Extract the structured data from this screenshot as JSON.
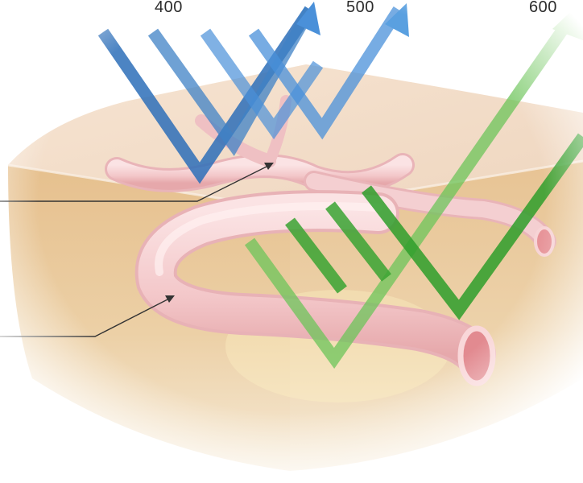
{
  "wavelength_labels": [
    "400",
    "500",
    "600"
  ],
  "colors": {
    "blue_light": "#4a90d9",
    "blue_dark": "#1f5fa0",
    "green_light": "#7fcf6a",
    "green_dark": "#2e9e2a",
    "tissue_top": "#f2ddc8",
    "tissue_side": "#e8c79a",
    "vessel": "#f2c2c6"
  }
}
